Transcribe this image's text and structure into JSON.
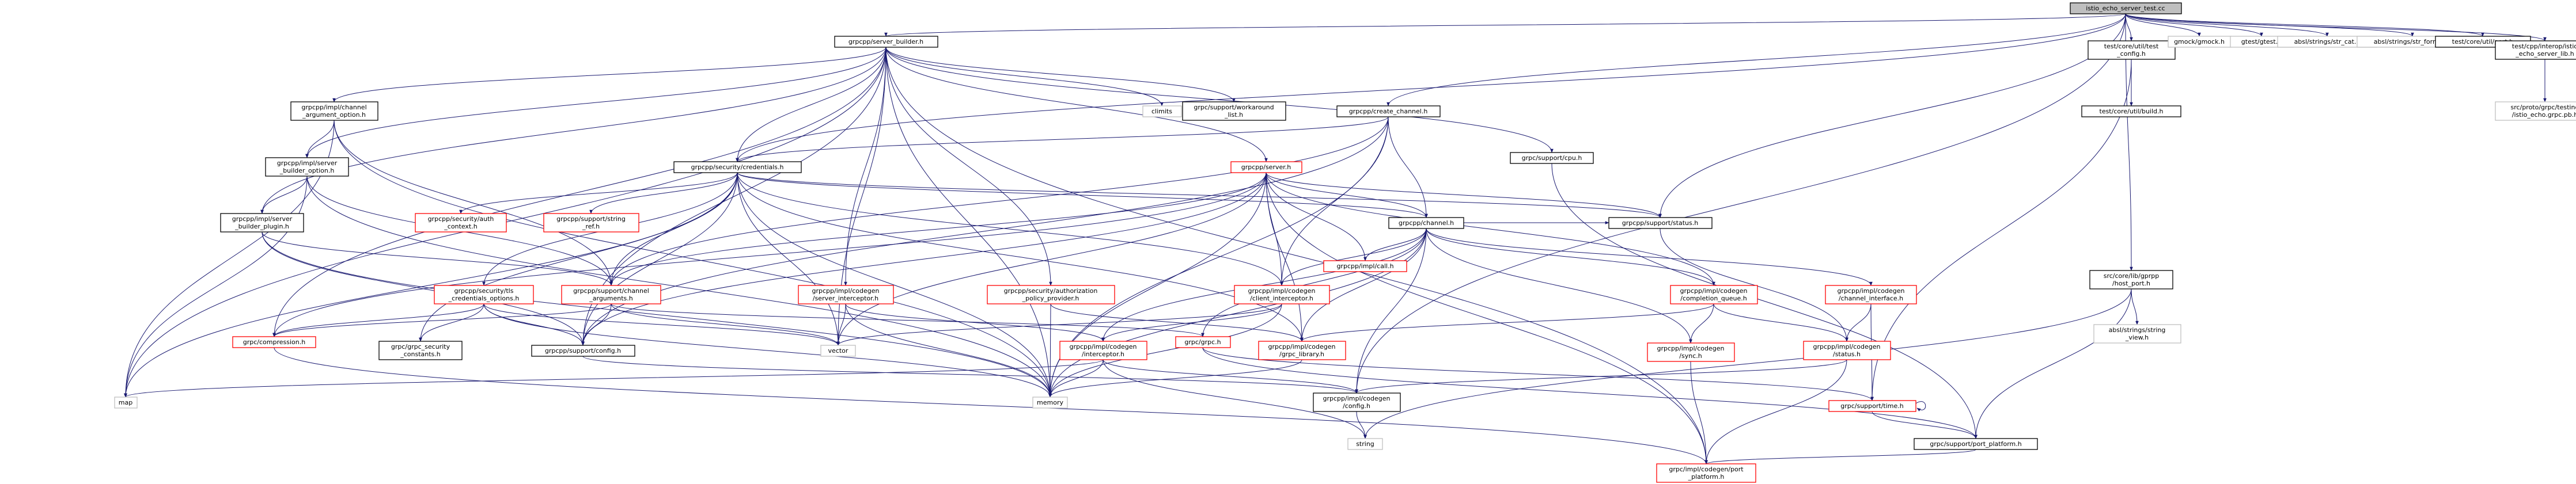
{
  "colors": {
    "regular_border": "#7f7f7f",
    "root_fill": "#bfbfbf",
    "root_border": "#000000",
    "link_border": "#000000",
    "missing_border": "#bfbfbf",
    "truncated_border": "#ff0000",
    "edge": "#191970",
    "edge_gray": "#bbbbbb",
    "text": "#000000"
  },
  "nodes": [
    {
      "id": "root",
      "lines": [
        "istio_echo_server_test.cc"
      ],
      "kind": "root"
    },
    {
      "id": "server_builder",
      "lines": [
        "grpcpp/server_builder.h"
      ],
      "kind": "link"
    },
    {
      "id": "test_config",
      "lines": [
        "test/core/util/test",
        "_config.h"
      ],
      "kind": "link"
    },
    {
      "id": "gmock",
      "lines": [
        "gmock/gmock.h"
      ],
      "kind": "missing"
    },
    {
      "id": "gtest",
      "lines": [
        "gtest/gtest.h"
      ],
      "kind": "missing"
    },
    {
      "id": "str_cat",
      "lines": [
        "absl/strings/str_cat.h"
      ],
      "kind": "missing"
    },
    {
      "id": "str_format",
      "lines": [
        "absl/strings/str_format.h"
      ],
      "kind": "missing"
    },
    {
      "id": "util_port",
      "lines": [
        "test/core/util/port.h"
      ],
      "kind": "link"
    },
    {
      "id": "istio_lib",
      "lines": [
        "test/cpp/interop/istio",
        "_echo_server_lib.h"
      ],
      "kind": "link"
    },
    {
      "id": "istio_pb",
      "lines": [
        "src/proto/grpc/testing",
        "/istio_echo.grpc.pb.h"
      ],
      "kind": "missing"
    },
    {
      "id": "util_build",
      "lines": [
        "test/core/util/build.h"
      ],
      "kind": "link"
    },
    {
      "id": "host_port",
      "lines": [
        "src/core/lib/gprpp",
        "/host_port.h"
      ],
      "kind": "link"
    },
    {
      "id": "string_view",
      "lines": [
        "absl/strings/string",
        "_view.h"
      ],
      "kind": "missing"
    },
    {
      "id": "cpu",
      "lines": [
        "grpc/support/cpu.h"
      ],
      "kind": "link"
    },
    {
      "id": "create_channel",
      "lines": [
        "grpcpp/create_channel.h"
      ],
      "kind": "link"
    },
    {
      "id": "channel_argument_option",
      "lines": [
        "grpcpp/impl/channel",
        "_argument_option.h"
      ],
      "kind": "link"
    },
    {
      "id": "climits",
      "lines": [
        "climits"
      ],
      "kind": "missing"
    },
    {
      "id": "workaround_list",
      "lines": [
        "grpc/support/workaround",
        "_list.h"
      ],
      "kind": "link"
    },
    {
      "id": "server_builder_option",
      "lines": [
        "grpcpp/impl/server",
        "_builder_option.h"
      ],
      "kind": "link"
    },
    {
      "id": "server_builder_plugin",
      "lines": [
        "grpcpp/impl/server",
        "_builder_plugin.h"
      ],
      "kind": "link"
    },
    {
      "id": "credentials",
      "lines": [
        "grpcpp/security/credentials.h"
      ],
      "kind": "link"
    },
    {
      "id": "server_h",
      "lines": [
        "grpcpp/server.h"
      ],
      "kind": "truncated"
    },
    {
      "id": "auth_context",
      "lines": [
        "grpcpp/security/auth",
        "_context.h"
      ],
      "kind": "truncated"
    },
    {
      "id": "string_ref",
      "lines": [
        "grpcpp/support/string",
        "_ref.h"
      ],
      "kind": "truncated"
    },
    {
      "id": "channel_h",
      "lines": [
        "grpcpp/channel.h"
      ],
      "kind": "link"
    },
    {
      "id": "status_h",
      "lines": [
        "grpcpp/support/status.h"
      ],
      "kind": "link"
    },
    {
      "id": "tls_creds",
      "lines": [
        "grpcpp/security/tls",
        "_credentials_options.h"
      ],
      "kind": "truncated"
    },
    {
      "id": "channel_arguments",
      "lines": [
        "grpcpp/support/channel",
        "_arguments.h"
      ],
      "kind": "truncated"
    },
    {
      "id": "server_interceptor",
      "lines": [
        "grpcpp/impl/codegen",
        "/server_interceptor.h"
      ],
      "kind": "truncated"
    },
    {
      "id": "auth_policy",
      "lines": [
        "grpcpp/security/authorization",
        "_policy_provider.h"
      ],
      "kind": "truncated"
    },
    {
      "id": "client_interceptor",
      "lines": [
        "grpcpp/impl/codegen",
        "/client_interceptor.h"
      ],
      "kind": "truncated"
    },
    {
      "id": "impl_call",
      "lines": [
        "grpcpp/impl/call.h"
      ],
      "kind": "truncated"
    },
    {
      "id": "completion_queue",
      "lines": [
        "grpcpp/impl/codegen",
        "/completion_queue.h"
      ],
      "kind": "truncated"
    },
    {
      "id": "channel_interface",
      "lines": [
        "grpcpp/impl/codegen",
        "/channel_interface.h"
      ],
      "kind": "truncated"
    },
    {
      "id": "compression",
      "lines": [
        "grpc/compression.h"
      ],
      "kind": "truncated"
    },
    {
      "id": "grpc_security_constants",
      "lines": [
        "grpc/grpc_security",
        "_constants.h"
      ],
      "kind": "link"
    },
    {
      "id": "support_config",
      "lines": [
        "grpcpp/support/config.h"
      ],
      "kind": "link"
    },
    {
      "id": "vector",
      "lines": [
        "vector"
      ],
      "kind": "missing"
    },
    {
      "id": "codegen_interceptor",
      "lines": [
        "grpcpp/impl/codegen",
        "/interceptor.h"
      ],
      "kind": "truncated"
    },
    {
      "id": "grpc_h",
      "lines": [
        "grpc/grpc.h"
      ],
      "kind": "truncated"
    },
    {
      "id": "grpc_library",
      "lines": [
        "grpcpp/impl/codegen",
        "/grpc_library.h"
      ],
      "kind": "truncated"
    },
    {
      "id": "sync_h",
      "lines": [
        "grpcpp/impl/codegen",
        "/sync.h"
      ],
      "kind": "truncated"
    },
    {
      "id": "codegen_status",
      "lines": [
        "grpcpp/impl/codegen",
        "/status.h"
      ],
      "kind": "truncated"
    },
    {
      "id": "map",
      "lines": [
        "map"
      ],
      "kind": "missing"
    },
    {
      "id": "memory",
      "lines": [
        "memory"
      ],
      "kind": "missing"
    },
    {
      "id": "codegen_config",
      "lines": [
        "grpcpp/impl/codegen",
        "/config.h"
      ],
      "kind": "link"
    },
    {
      "id": "time_h",
      "lines": [
        "grpc/support/time.h"
      ],
      "kind": "truncated"
    },
    {
      "id": "string",
      "lines": [
        "string"
      ],
      "kind": "missing"
    },
    {
      "id": "port_platform",
      "lines": [
        "grpc/support/port_platform.h"
      ],
      "kind": "link"
    },
    {
      "id": "codegen_port_platform",
      "lines": [
        "grpc/impl/codegen/port",
        "_platform.h"
      ],
      "kind": "truncated"
    }
  ],
  "edges": [
    [
      "root",
      "server_builder"
    ],
    [
      "root",
      "test_config"
    ],
    [
      "root",
      "gmock"
    ],
    [
      "root",
      "gtest"
    ],
    [
      "root",
      "str_cat"
    ],
    [
      "root",
      "str_format"
    ],
    [
      "root",
      "util_port"
    ],
    [
      "root",
      "istio_lib"
    ],
    [
      "root",
      "create_channel"
    ],
    [
      "root",
      "credentials"
    ],
    [
      "root",
      "status_h"
    ],
    [
      "root",
      "host_port"
    ],
    [
      "root",
      "codegen_config"
    ],
    [
      "istio_lib",
      "istio_pb"
    ],
    [
      "test_config",
      "util_build"
    ],
    [
      "test_config",
      "time_h"
    ],
    [
      "host_port",
      "string"
    ],
    [
      "host_port",
      "string_view"
    ],
    [
      "host_port",
      "port_platform"
    ],
    [
      "server_builder",
      "channel_argument_option"
    ],
    [
      "server_builder",
      "climits"
    ],
    [
      "server_builder",
      "workaround_list"
    ],
    [
      "server_builder",
      "cpu"
    ],
    [
      "server_builder",
      "server_builder_option"
    ],
    [
      "server_builder",
      "server_builder_plugin"
    ],
    [
      "server_builder",
      "credentials"
    ],
    [
      "server_builder",
      "server_h"
    ],
    [
      "server_builder",
      "server_interceptor"
    ],
    [
      "server_builder",
      "auth_policy"
    ],
    [
      "server_builder",
      "compression"
    ],
    [
      "server_builder",
      "support_config"
    ],
    [
      "server_builder",
      "map"
    ],
    [
      "server_builder",
      "memory"
    ],
    [
      "server_builder",
      "vector"
    ],
    [
      "server_builder",
      "codegen_port_platform"
    ],
    [
      "cpu",
      "port_platform"
    ],
    [
      "channel_argument_option",
      "channel_arguments"
    ],
    [
      "channel_argument_option",
      "map"
    ],
    [
      "channel_argument_option",
      "memory"
    ],
    [
      "channel_argument_option",
      "server_builder_option"
    ],
    [
      "server_builder_option",
      "server_builder_plugin"
    ],
    [
      "server_builder_option",
      "map"
    ],
    [
      "server_builder_option",
      "memory"
    ],
    [
      "server_builder_option",
      "channel_arguments"
    ],
    [
      "server_builder_plugin",
      "memory"
    ],
    [
      "server_builder_plugin",
      "support_config"
    ],
    [
      "server_builder_plugin",
      "channel_arguments"
    ],
    [
      "create_channel",
      "credentials"
    ],
    [
      "create_channel",
      "channel_h"
    ],
    [
      "create_channel",
      "client_interceptor"
    ],
    [
      "create_channel",
      "channel_arguments"
    ],
    [
      "create_channel",
      "support_config"
    ],
    [
      "create_channel",
      "memory"
    ],
    [
      "credentials",
      "auth_context"
    ],
    [
      "credentials",
      "string_ref"
    ],
    [
      "credentials",
      "channel_h"
    ],
    [
      "credentials",
      "status_h"
    ],
    [
      "credentials",
      "tls_creds"
    ],
    [
      "credentials",
      "channel_arguments"
    ],
    [
      "credentials",
      "client_interceptor"
    ],
    [
      "credentials",
      "grpc_security_constants"
    ],
    [
      "credentials",
      "support_config"
    ],
    [
      "credentials",
      "grpc_library"
    ],
    [
      "credentials",
      "vector"
    ],
    [
      "credentials",
      "map"
    ],
    [
      "credentials",
      "memory"
    ],
    [
      "server_h",
      "channel_h"
    ],
    [
      "server_h",
      "status_h"
    ],
    [
      "server_h",
      "client_interceptor"
    ],
    [
      "server_h",
      "impl_call"
    ],
    [
      "server_h",
      "completion_queue"
    ],
    [
      "server_h",
      "channel_arguments"
    ],
    [
      "server_h",
      "support_config"
    ],
    [
      "server_h",
      "grpc_library"
    ],
    [
      "server_h",
      "codegen_port_platform"
    ],
    [
      "server_h",
      "vector"
    ],
    [
      "server_h",
      "memory"
    ],
    [
      "server_h",
      "compression"
    ],
    [
      "channel_h",
      "status_h"
    ],
    [
      "channel_h",
      "client_interceptor"
    ],
    [
      "channel_h",
      "impl_call"
    ],
    [
      "channel_h",
      "completion_queue"
    ],
    [
      "channel_h",
      "channel_interface"
    ],
    [
      "channel_h",
      "codegen_config"
    ],
    [
      "channel_h",
      "grpc_library"
    ],
    [
      "channel_h",
      "sync_h"
    ],
    [
      "channel_h",
      "grpc_h"
    ],
    [
      "channel_h",
      "memory"
    ],
    [
      "channel_h",
      "codegen_interceptor"
    ],
    [
      "status_h",
      "codegen_status"
    ],
    [
      "tls_creds",
      "grpc_security_constants"
    ],
    [
      "tls_creds",
      "support_config"
    ],
    [
      "tls_creds",
      "memory"
    ],
    [
      "tls_creds",
      "vector"
    ],
    [
      "tls_creds",
      "compression"
    ],
    [
      "channel_arguments",
      "support_config"
    ],
    [
      "channel_arguments",
      "vector"
    ],
    [
      "channel_arguments",
      "grpc_h"
    ],
    [
      "channel_arguments",
      "compression"
    ],
    [
      "server_interceptor",
      "codegen_interceptor"
    ],
    [
      "server_interceptor",
      "memory"
    ],
    [
      "server_interceptor",
      "vector"
    ],
    [
      "auth_policy",
      "memory"
    ],
    [
      "auth_policy",
      "grpc_library"
    ],
    [
      "client_interceptor",
      "codegen_interceptor"
    ],
    [
      "client_interceptor",
      "memory"
    ],
    [
      "client_interceptor",
      "vector"
    ],
    [
      "completion_queue",
      "codegen_status"
    ],
    [
      "completion_queue",
      "sync_h"
    ],
    [
      "completion_queue",
      "grpc_library"
    ],
    [
      "channel_interface",
      "codegen_status"
    ],
    [
      "channel_interface",
      "time_h"
    ],
    [
      "codegen_status",
      "codegen_config"
    ],
    [
      "codegen_status",
      "codegen_port_platform"
    ],
    [
      "sync_h",
      "codegen_port_platform"
    ],
    [
      "support_config",
      "codegen_config"
    ],
    [
      "codegen_interceptor",
      "map"
    ],
    [
      "codegen_interceptor",
      "memory"
    ],
    [
      "codegen_interceptor",
      "string"
    ],
    [
      "codegen_interceptor",
      "codegen_config"
    ],
    [
      "grpc_h",
      "time_h"
    ],
    [
      "grpc_h",
      "port_platform"
    ],
    [
      "grpc_library",
      "memory"
    ],
    [
      "compression",
      "codegen_port_platform"
    ],
    [
      "codegen_config",
      "string"
    ],
    [
      "time_h",
      "time_h"
    ],
    [
      "time_h",
      "port_platform"
    ],
    [
      "port_platform",
      "codegen_port_platform"
    ]
  ]
}
